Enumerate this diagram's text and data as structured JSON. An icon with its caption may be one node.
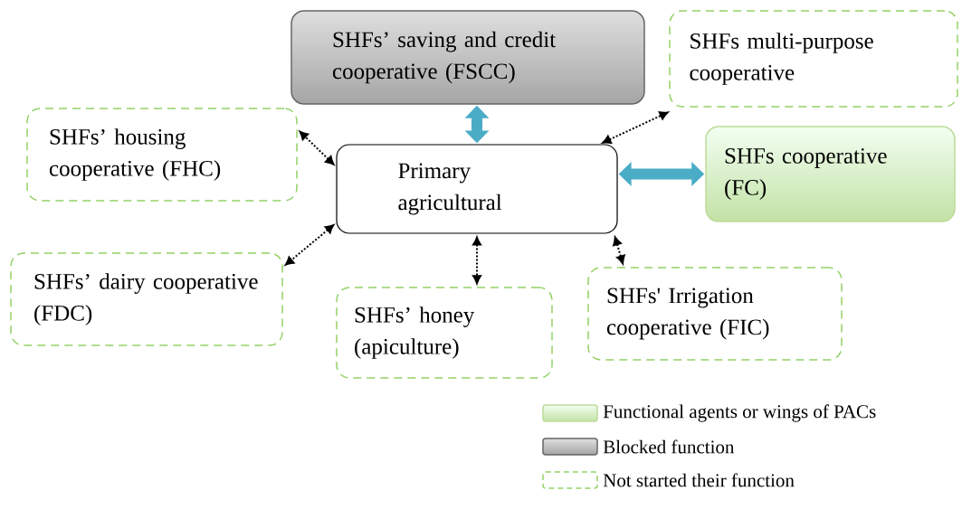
{
  "diagram": {
    "nodes": [
      {
        "text": [
          "Primary agricultural"
        ]
      },
      {
        "text": [
          "SHFs’ saving and credit cooperative (FSCC)"
        ]
      },
      {
        "text": [
          "SHFs multi-purpose cooperative"
        ]
      },
      {
        "text": [
          "SHFs’ housing cooperative (FHC)"
        ]
      },
      {
        "text": [
          "SHFs cooperative (FC)"
        ]
      },
      {
        "text": [
          "SHFs’ dairy cooperative (FDC)"
        ]
      },
      {
        "text": [
          "SHFs’ honey (apiculture)"
        ]
      },
      {
        "text": [
          "SHFs' Irrigation cooperative (FIC)"
        ]
      }
    ],
    "edges": [
      {
        "from": 0,
        "to": 1,
        "arrow": "both",
        "style": "thick",
        "color": "#4bacc6"
      },
      {
        "from": 0,
        "to": 2,
        "arrow": "both",
        "style": "dashed"
      },
      {
        "from": 0,
        "to": 3,
        "arrow": "both",
        "style": "dashed"
      },
      {
        "from": 0,
        "to": 4,
        "arrow": "both",
        "style": "thick",
        "color": "#4bacc6"
      },
      {
        "from": 0,
        "to": 5,
        "arrow": "both",
        "style": "dashed"
      },
      {
        "from": 0,
        "to": 6,
        "arrow": "both",
        "style": "dashed"
      },
      {
        "from": 0,
        "to": 7,
        "arrow": "both",
        "style": "dashed"
      }
    ],
    "legend": [
      {
        "text": "Functional agents or wings of PACs"
      },
      {
        "text": "Blocked function"
      },
      {
        "text": "Not started their function"
      }
    ]
  }
}
